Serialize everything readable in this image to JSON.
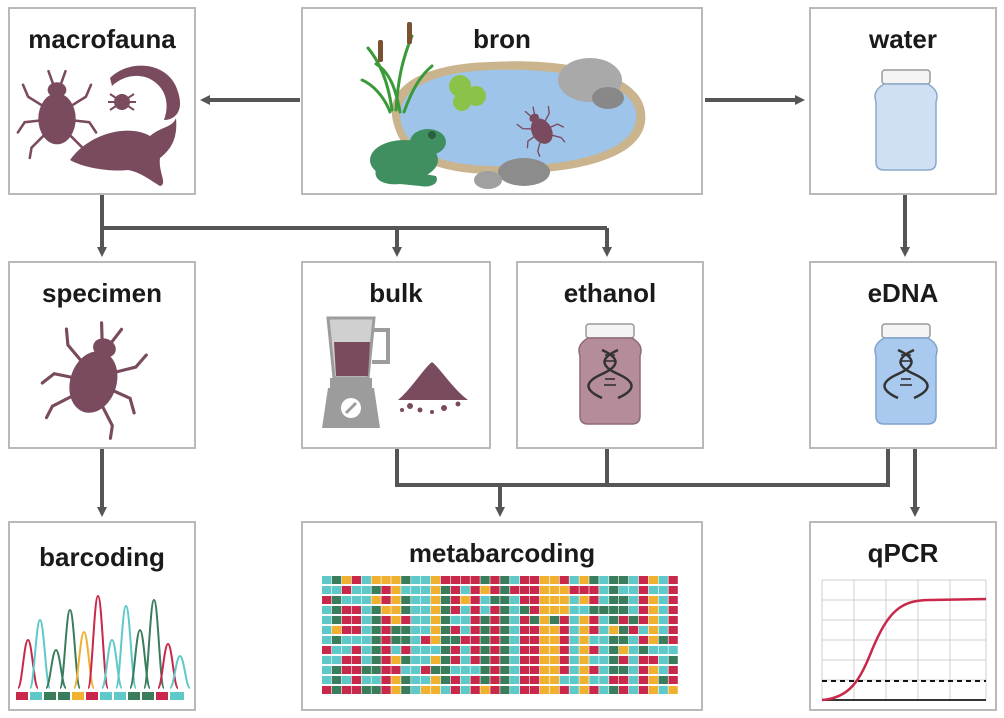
{
  "nodes": {
    "macrofauna": "macrofauna",
    "bron": "bron",
    "water": "water",
    "specimen": "specimen",
    "bulk": "bulk",
    "ethanol": "ethanol",
    "edna": "eDNA",
    "barcoding": "barcoding",
    "metabarcoding": "metabarcoding",
    "qpcr": "qPCR"
  },
  "colors": {
    "box_border": "#b9b9b9",
    "arrow": "#555555",
    "organism": "#7a4a5e",
    "pond_water": "#9fc4ea",
    "pond_rim": "#c9b48e",
    "reeds": "#3a9a3a",
    "frog": "#3f8f60",
    "jar_glass": "#cfe0f5",
    "jar_ethanol": "#b48c9a",
    "blender_grey": "#9c9c9c",
    "seq_red": "#c8284a",
    "seq_teal": "#5fc9c9",
    "seq_green": "#3a7d5c",
    "seq_orange": "#f0b030",
    "qpcr_curve": "#c8284a"
  },
  "icons": [
    "beetle-icon",
    "leech-icon",
    "snail-icon",
    "mite-icon",
    "pond-icon",
    "frog-icon",
    "jar-icon",
    "dna-icon",
    "blender-icon",
    "powder-icon",
    "chromatogram-icon",
    "sequence-alignment-icon",
    "amplification-curve-icon"
  ]
}
